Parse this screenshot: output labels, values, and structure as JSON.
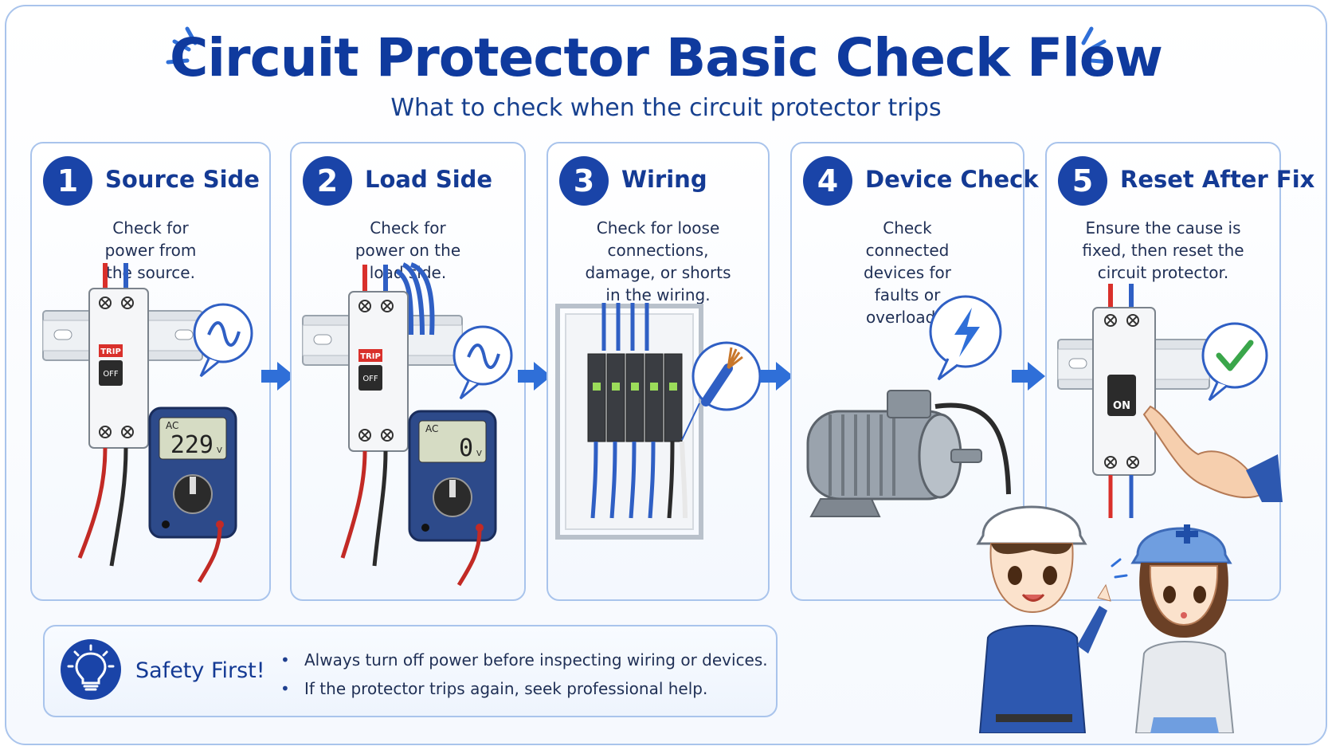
{
  "header": {
    "title": "Circuit Protector Basic Check Flow",
    "subtitle": "What to check when the circuit protector trips"
  },
  "steps": [
    {
      "number": "1",
      "title": "Source Side",
      "description": "Check for power from the source.",
      "breaker_label": "TRIP",
      "breaker_state": "OFF",
      "meter_mode": "AC",
      "meter_reading": "229",
      "meter_unit": "V",
      "bubble_icon": "ac-wave-icon"
    },
    {
      "number": "2",
      "title": "Load Side",
      "description": "Check for power on the load side.",
      "breaker_label": "TRIP",
      "breaker_state": "OFF",
      "meter_mode": "AC",
      "meter_reading": "0",
      "meter_unit": "V",
      "bubble_icon": "ac-wave-icon"
    },
    {
      "number": "3",
      "title": "Wiring",
      "description": "Check for loose connections, damage, or shorts in the wiring.",
      "bubble_icon": "frayed-wire-icon"
    },
    {
      "number": "4",
      "title": "Device Check",
      "description": "Check connected devices for faults or overloads.",
      "bubble_icon": "lightning-icon"
    },
    {
      "number": "5",
      "title": "Reset After Fix",
      "description": "Ensure the cause is fixed, then reset the circuit protector.",
      "breaker_state": "ON",
      "bubble_icon": "check-icon"
    }
  ],
  "safety": {
    "title": "Safety First!",
    "icon": "lightbulb-icon",
    "items": [
      "Always turn off power before inspecting wiring or devices.",
      "If the protector trips again, seek professional help."
    ]
  },
  "colors": {
    "brand_blue": "#1a44a8",
    "title_blue": "#0f3a9e",
    "border": "#a9c4ec",
    "trip_red": "#d9302b",
    "ok_green": "#3aa64a"
  }
}
